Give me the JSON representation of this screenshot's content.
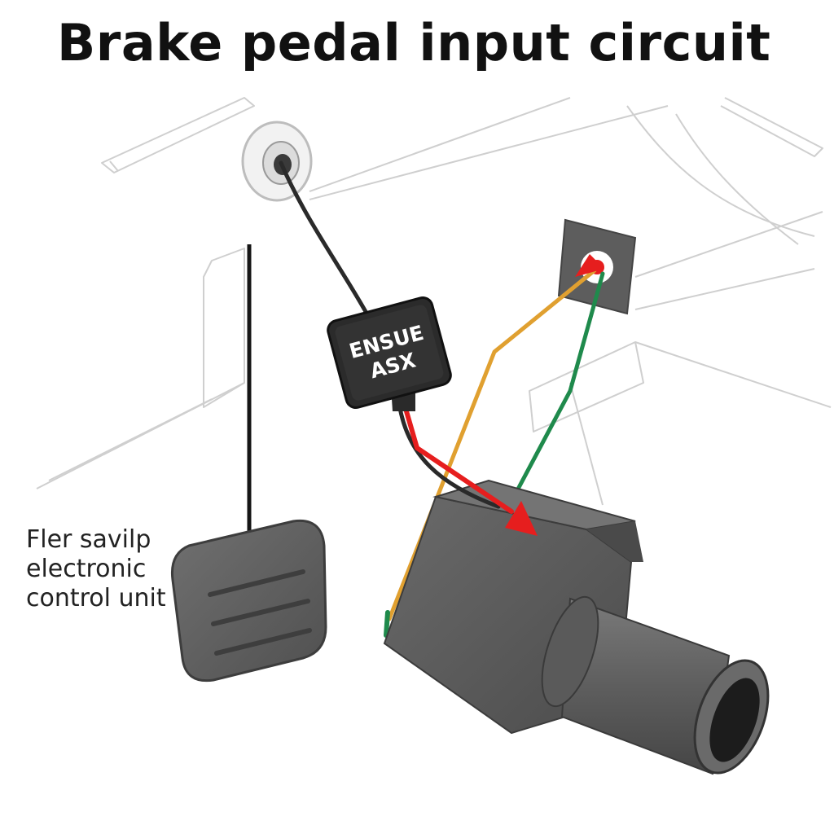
{
  "title": "Brake pedal input circuit",
  "module": {
    "line1": "ENSUE",
    "line2": "ASX"
  },
  "side_label": {
    "line1": "Fler savilp",
    "line2": "electronic",
    "line3": "control unit"
  },
  "colors": {
    "background": "#ffffff",
    "sketch_lines": "#c9c9c9",
    "body_gray": "#5a5a5a",
    "module_dark": "#2b2b2b",
    "wire_black": "#2a2a2a",
    "wire_red": "#e61e1e",
    "wire_orange": "#e0a030",
    "wire_green": "#1f8a4c"
  }
}
